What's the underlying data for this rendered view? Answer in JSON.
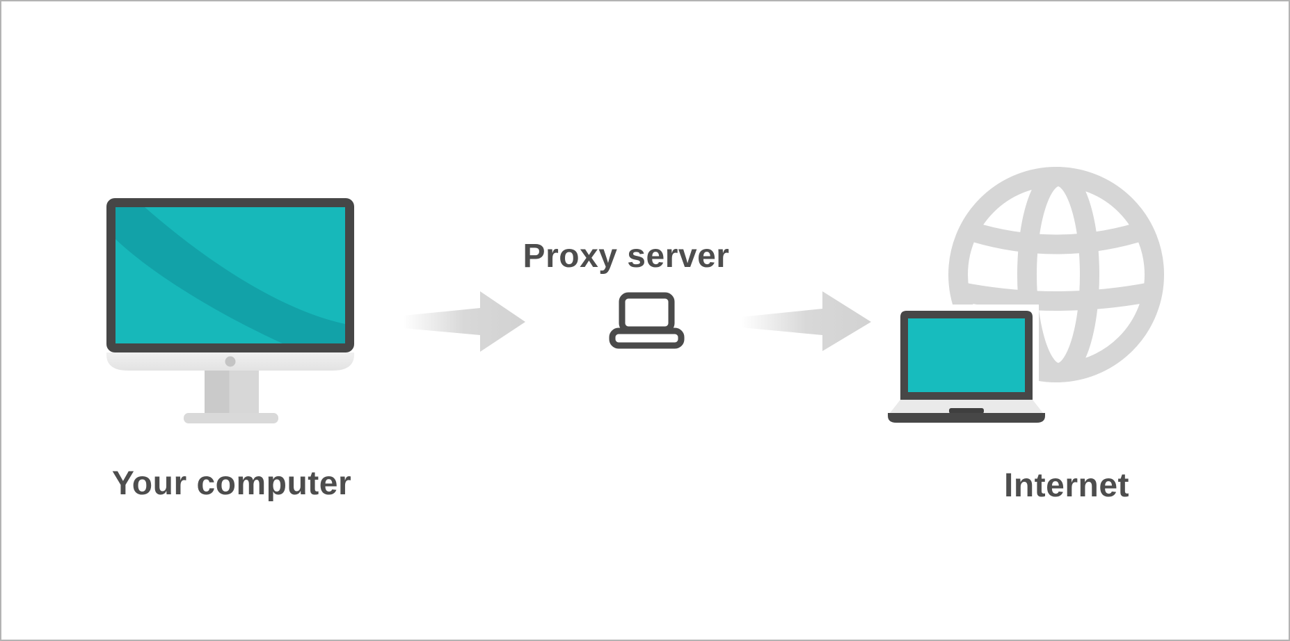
{
  "diagram": {
    "description": "Proxy server flow diagram",
    "nodes": [
      {
        "id": "your-computer",
        "label": "Your computer",
        "icon": "desktop-computer-icon"
      },
      {
        "id": "proxy-server",
        "label": "Proxy server",
        "icon": "laptop-outline-icon"
      },
      {
        "id": "internet",
        "label": "Internet",
        "icon": "laptop-with-globe-icon"
      }
    ],
    "connections": [
      {
        "from": "your-computer",
        "to": "proxy-server",
        "style": "gray-gradient-arrow-right"
      },
      {
        "from": "proxy-server",
        "to": "internet",
        "style": "gray-gradient-arrow-right"
      }
    ]
  },
  "colors": {
    "accent_teal": "#17b8ba",
    "accent_teal_dark": "#12a2a8",
    "device_charcoal": "#464646",
    "label_text": "#4d4d4d",
    "icon_light_gray": "#d6d6d6",
    "frame_border": "#b3b3b3",
    "background": "#ffffff"
  }
}
